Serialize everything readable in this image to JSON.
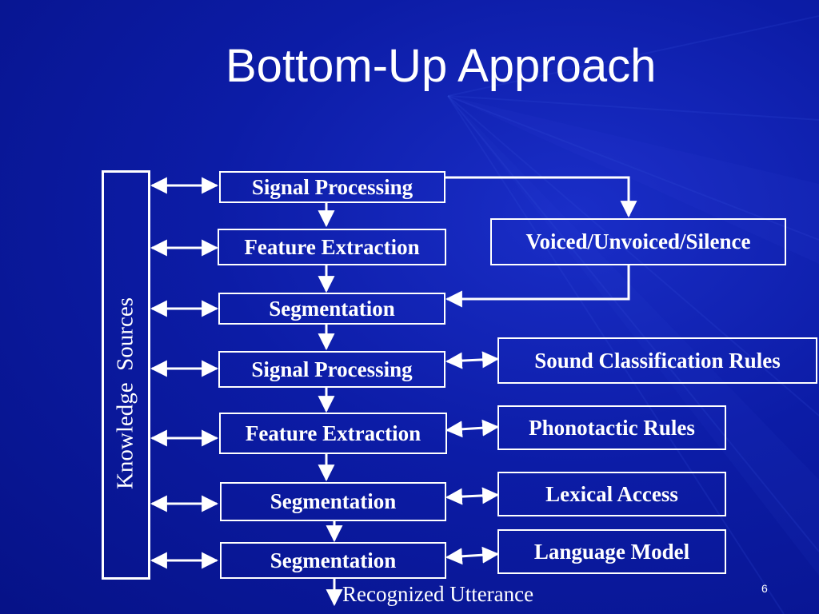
{
  "slide": {
    "title": "Bottom-Up Approach",
    "page_number": "6"
  },
  "diagram": {
    "knowledge_sources_label": "Knowledge  Sources",
    "pipeline": [
      "Signal Processing",
      "Feature Extraction",
      "Segmentation",
      "Signal Processing",
      "Feature Extraction",
      "Segmentation",
      "Segmentation"
    ],
    "rules": [
      "Voiced/Unvoiced/Silence",
      "Sound Classification Rules",
      "Phonotactic Rules",
      "Lexical Access",
      "Language Model"
    ],
    "output_label": "Recognized Utterance"
  },
  "colors": {
    "background": "#0c1ca6",
    "foreground": "#ffffff"
  }
}
